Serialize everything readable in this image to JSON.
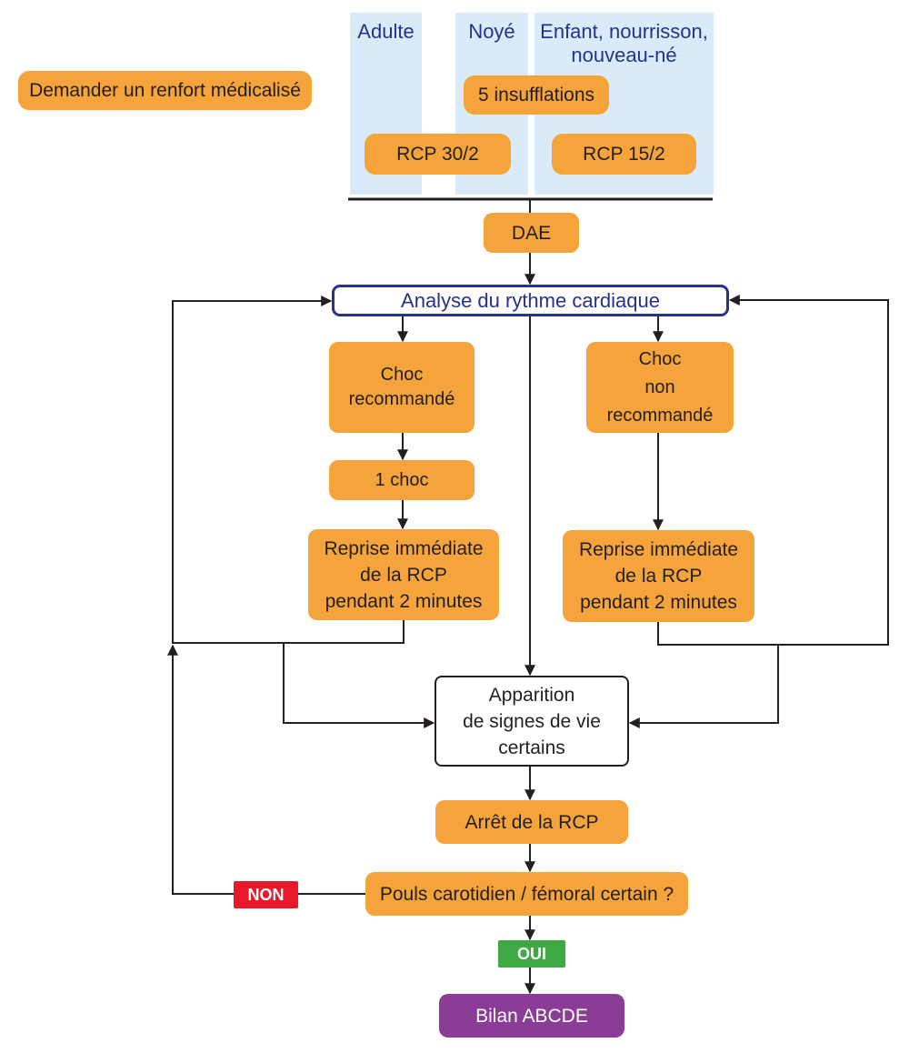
{
  "header": {
    "request_backup": "Demander un renfort médicalisé",
    "columns": [
      {
        "label": "Adulte"
      },
      {
        "label": "Noyé"
      },
      {
        "label": "Enfant, nourrisson,\nnouveau-né"
      }
    ],
    "insufflations": "5 insufflations",
    "rcp_adult": "RCP 30/2",
    "rcp_child": "RCP 15/2"
  },
  "flow": {
    "dae": "DAE",
    "analyse": "Analyse du rythme cardiaque",
    "choc_recommande": "Choc\nrecommandé",
    "choc_non_recommande": "Choc\nnon\nrecommandé",
    "un_choc": "1 choc",
    "reprise_left": "Reprise immédiate\nde la RCP\npendant 2 minutes",
    "reprise_right": "Reprise immédiate\nde la RCP\npendant 2 minutes",
    "apparition": "Apparition\nde signes de vie\ncertains",
    "arret": "Arrêt de la RCP",
    "pouls": "Pouls carotidien / fémoral certain ?",
    "non": "NON",
    "oui": "OUI",
    "bilan": "Bilan ABCDE"
  },
  "colors": {
    "orange": "#F5A43C",
    "light_blue": "#D9EBF8",
    "navy": "#26328B",
    "red": "#E8192D",
    "green": "#3EA843",
    "purple": "#8A3C97",
    "line": "#231F20",
    "white": "#FFFFFF"
  }
}
